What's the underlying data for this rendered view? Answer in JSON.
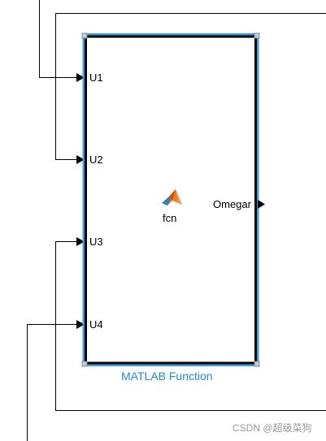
{
  "block": {
    "function_name": "fcn",
    "caption": "MATLAB Function",
    "inputs": [
      "U1",
      "U2",
      "U3",
      "U4"
    ],
    "output": "Omegar",
    "icon": "matlab-logo-icon"
  },
  "watermark": "CSDN @超级菜狗",
  "colors": {
    "selection": "#3a9be8",
    "caption": "#1f8ad8",
    "wire": "#000000"
  }
}
